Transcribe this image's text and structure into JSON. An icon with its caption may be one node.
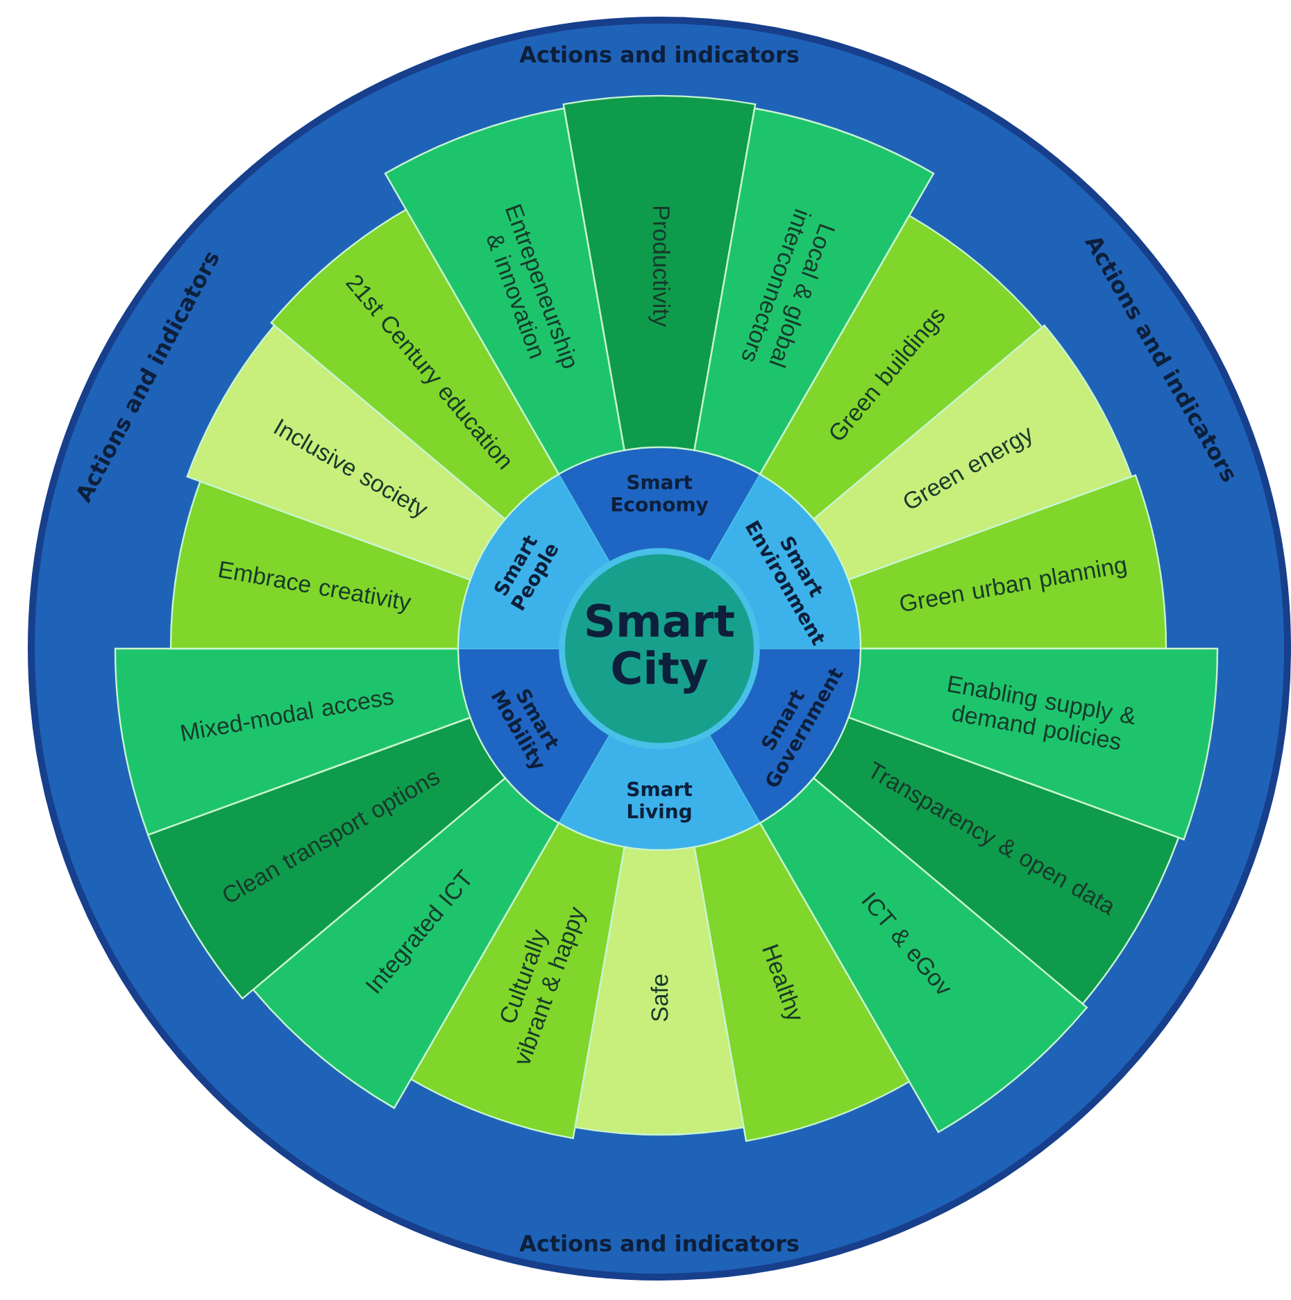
{
  "diagram": {
    "nodes": [
      {
        "text": [
          "Smart City"
        ]
      },
      {
        "text": [
          "Smart Economy"
        ]
      },
      {
        "text": [
          "Smart Environment"
        ]
      },
      {
        "text": [
          "Smart Government"
        ]
      },
      {
        "text": [
          "Smart Living"
        ]
      },
      {
        "text": [
          "Smart Mobility"
        ]
      },
      {
        "text": [
          "Smart People"
        ]
      },
      {
        "text": [
          "Entrepeneurship & innovation"
        ]
      },
      {
        "text": [
          "Productivity"
        ]
      },
      {
        "text": [
          "Local & global interconnectors"
        ]
      },
      {
        "text": [
          "Green buildings"
        ]
      },
      {
        "text": [
          "Green energy"
        ]
      },
      {
        "text": [
          "Green urban planning"
        ]
      },
      {
        "text": [
          "Enabling supply & demand policies"
        ]
      },
      {
        "text": [
          "Transparency & open data"
        ]
      },
      {
        "text": [
          "ICT & eGov"
        ]
      },
      {
        "text": [
          "Healthy"
        ]
      },
      {
        "text": [
          "Safe"
        ]
      },
      {
        "text": [
          "Culturally vibrant & happy"
        ]
      },
      {
        "text": [
          "Integrated ICT"
        ]
      },
      {
        "text": [
          "Clean transport options"
        ]
      },
      {
        "text": [
          "Mixed-modal access"
        ]
      },
      {
        "text": [
          "Embrace creativity"
        ]
      },
      {
        "text": [
          "Inclusive society"
        ]
      },
      {
        "text": [
          "21st Century education"
        ]
      }
    ],
    "labels": [
      "Actions and indicators",
      "Actions and indicators",
      "Actions and indicators",
      "Actions and indicators"
    ]
  }
}
